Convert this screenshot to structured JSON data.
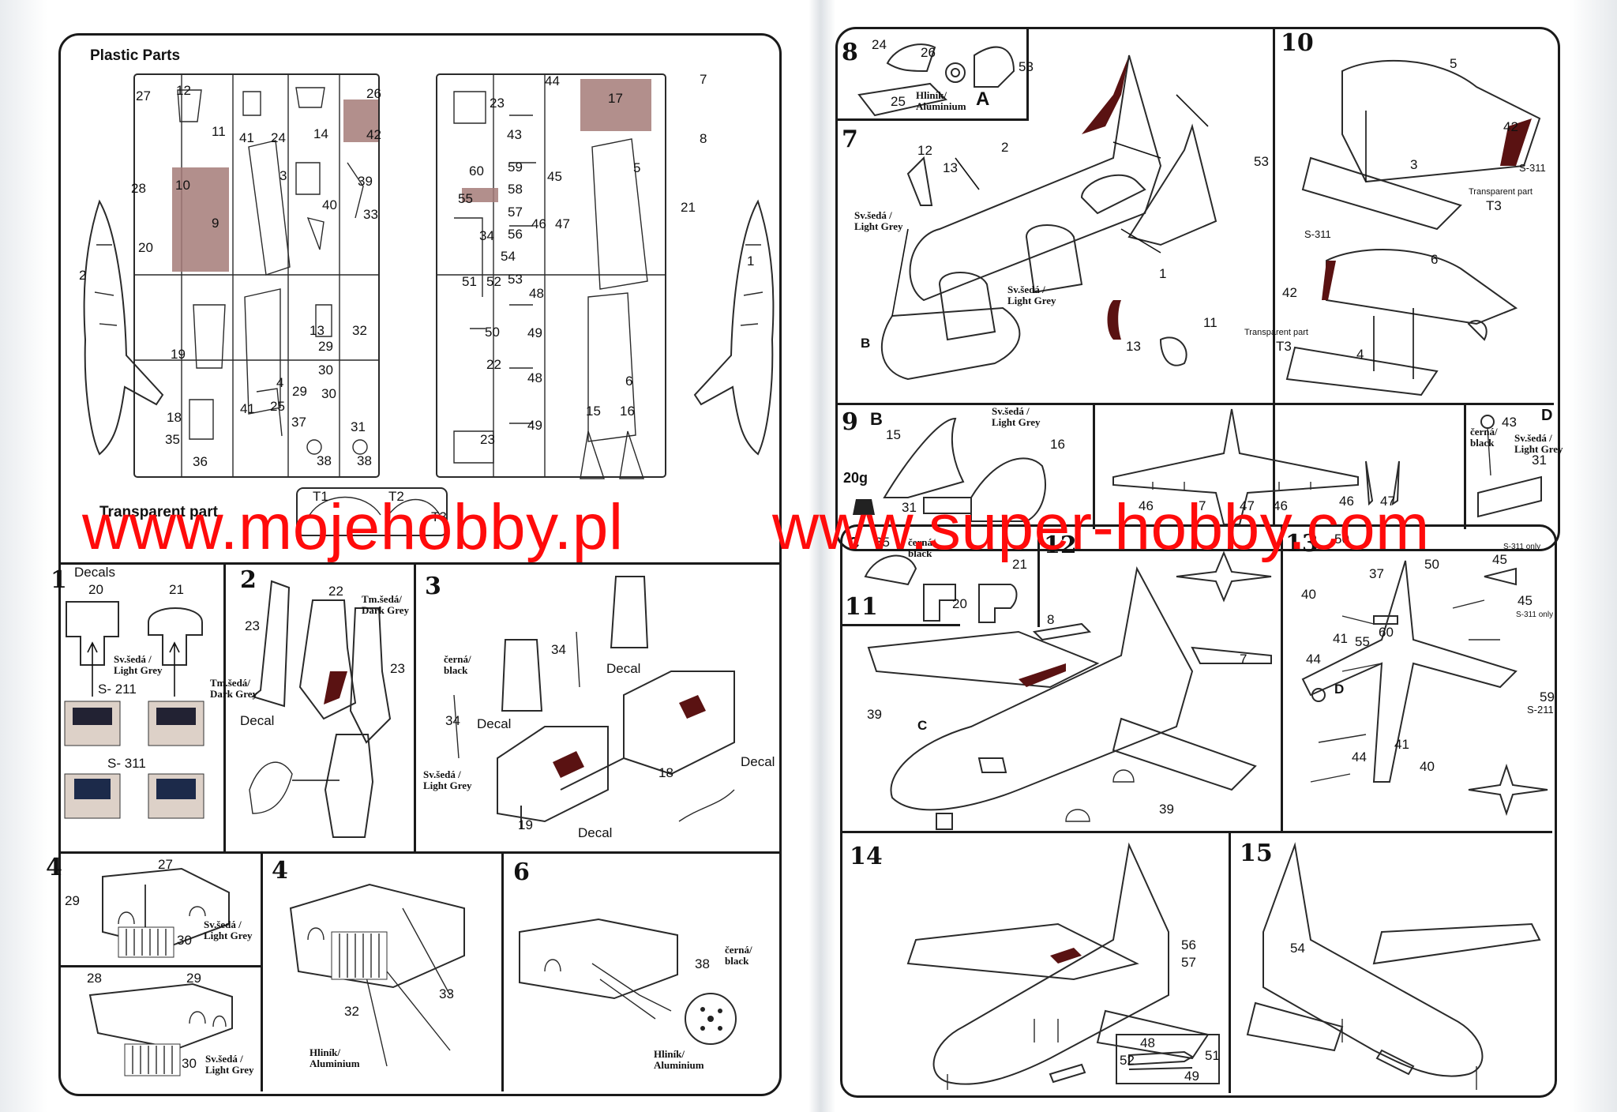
{
  "headings": {
    "plastic_parts": "Plastic Parts",
    "transparent_part": "Transparent part"
  },
  "watermark": {
    "left": "www.mojehobby.pl",
    "right": "www.super-hobby.com",
    "color": "#ff0b0b"
  },
  "sprue_numbers": [
    "27",
    "12",
    "11",
    "41",
    "24",
    "26",
    "42",
    "14",
    "3",
    "39",
    "40",
    "33",
    "28",
    "10",
    "9",
    "20",
    "2",
    "19",
    "13",
    "29",
    "30",
    "32",
    "4",
    "41",
    "25",
    "37",
    "29",
    "30",
    "31",
    "18",
    "35",
    "36",
    "38",
    "38",
    "23",
    "44",
    "17",
    "7",
    "43",
    "8",
    "60",
    "59",
    "58",
    "55",
    "45",
    "5",
    "57",
    "46",
    "47",
    "21",
    "34",
    "56",
    "54",
    "51",
    "52",
    "53",
    "48",
    "50",
    "49",
    "22",
    "48",
    "6",
    "1",
    "15",
    "16",
    "49",
    "23"
  ],
  "transparent_labels": [
    "T1",
    "T2",
    "T3"
  ],
  "steps": {
    "s1": {
      "num": "1",
      "decals": "Decals",
      "p20": "20",
      "p21": "21",
      "grey": "Sv.šedá /\nLight Grey",
      "s211": "S- 211",
      "s311": "S- 311"
    },
    "s2": {
      "num": "2",
      "p22": "22",
      "p23a": "23",
      "p23b": "23",
      "dark1": "Tm.šedá/\nDark Grey",
      "dark2": "Tm.šedá/\nDark Grey",
      "decal": "Decal"
    },
    "s3": {
      "num": "3",
      "black": "černá/\nblack",
      "p34a": "34",
      "p34b": "34",
      "decal1": "Decal",
      "decal2": "Decal",
      "decal3": "Decal",
      "decal4": "Decal",
      "p18": "18",
      "p19": "19",
      "grey": "Sv.šedá /\nLight Grey"
    },
    "s4a": {
      "num": "4",
      "p27": "27",
      "p29": "29",
      "p30": "30",
      "grey": "Sv.šedá /\nLight Grey"
    },
    "s4b": {
      "p28": "28",
      "p29": "29",
      "p30": "30",
      "grey": "Sv.šedá /\nLight Grey"
    },
    "s4c": {
      "num": "4",
      "p32": "32",
      "p33": "33",
      "alu": "Hliník/\nAluminium"
    },
    "s6": {
      "num": "6",
      "p38": "38",
      "black": "černá/\nblack",
      "alu": "Hliník/\nAluminium"
    },
    "s7": {
      "num": "7",
      "p53a": "53",
      "p53b": "53",
      "p2": "2",
      "p12": "12",
      "p13a": "13",
      "p13b": "13",
      "p1": "1",
      "p11": "11",
      "B": "B",
      "grey1": "Sv.šedá /\nLight Grey",
      "grey2": "Sv.šedá /\nLight Grey"
    },
    "s8": {
      "num": "8",
      "p24": "24",
      "p26": "26",
      "p25": "25",
      "A": "A",
      "alu": "Hliník/\nAluminium"
    },
    "s9": {
      "num": "9",
      "B": "B",
      "p15": "15",
      "p16": "16",
      "p31": "31",
      "weight": "20g",
      "grey": "Sv.šedá /\nLight Grey"
    },
    "s10": {
      "num": "10",
      "p5": "5",
      "p42a": "42",
      "p42b": "42",
      "p3": "3",
      "p6": "6",
      "p4": "4",
      "s311a": "S-311",
      "s311b": "S-311",
      "trans1": "Transparent part",
      "trans2": "Transparent part",
      "T3a": "T3",
      "T3b": "T3"
    },
    "sD": {
      "D": "D",
      "p43": "43",
      "p31": "31",
      "black": "černá/\nblack",
      "grey": "Sv.šedá /\nLight Grey"
    },
    "sPlan": {
      "p46a": "46",
      "p7": "7",
      "p47": "47",
      "p46b": "46",
      "p46c": "46",
      "p47b": "47"
    },
    "s11": {
      "num": "11",
      "C": "C",
      "p35": "35",
      "p20": "20",
      "p21": "21",
      "black": "černá/\nblack"
    },
    "s12": {
      "num": "12",
      "p8": "8",
      "p7": "7",
      "p39a": "39",
      "p39b": "39",
      "C": "C"
    },
    "s13": {
      "num": "13",
      "p50a": "50",
      "p50b": "50",
      "p37": "37",
      "p45a": "45",
      "p45b": "45",
      "p40a": "40",
      "p40b": "40",
      "p41a": "41",
      "p41b": "41",
      "p60": "60",
      "p55": "55",
      "p44a": "44",
      "p44b": "44",
      "p59": "59",
      "D": "D",
      "s311only1": "S-311 only",
      "s311only2": "S-311 only",
      "s211": "S-211"
    },
    "s14": {
      "num": "14",
      "p56": "56",
      "p57": "57",
      "p48": "48",
      "p52": "52",
      "p51": "51",
      "p49": "49"
    },
    "s15": {
      "num": "15",
      "p54": "54"
    }
  },
  "colors": {
    "shade": "#a47b78",
    "dark_red": "#5a1212",
    "line": "#2a2a2a"
  }
}
